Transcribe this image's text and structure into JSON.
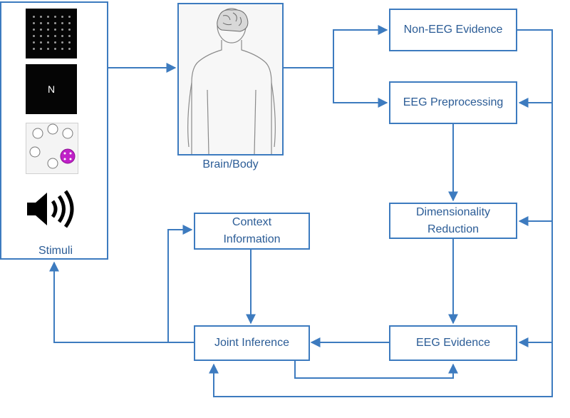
{
  "stimuli": {
    "label": "Stimuli",
    "letter_screen_text": "N",
    "icons": [
      "rsvp-grid-icon",
      "letter-screen-icon",
      "ssvep-circles-icon",
      "speaker-icon"
    ]
  },
  "brain_body": {
    "label": "Brain/Body",
    "icon": "human-silhouette-icon"
  },
  "nodes": {
    "non_eeg": "Non-EEG Evidence",
    "eeg_pre": "EEG Preprocessing",
    "dim_red_1": "Dimensionality",
    "dim_red_2": "Reduction",
    "eeg_ev": "EEG Evidence",
    "joint": "Joint Inference",
    "context_1": "Context",
    "context_2": "Information"
  },
  "colors": {
    "line": "#3d7bbf",
    "text": "#2b5c96",
    "accent_magenta": "#c020c8"
  }
}
